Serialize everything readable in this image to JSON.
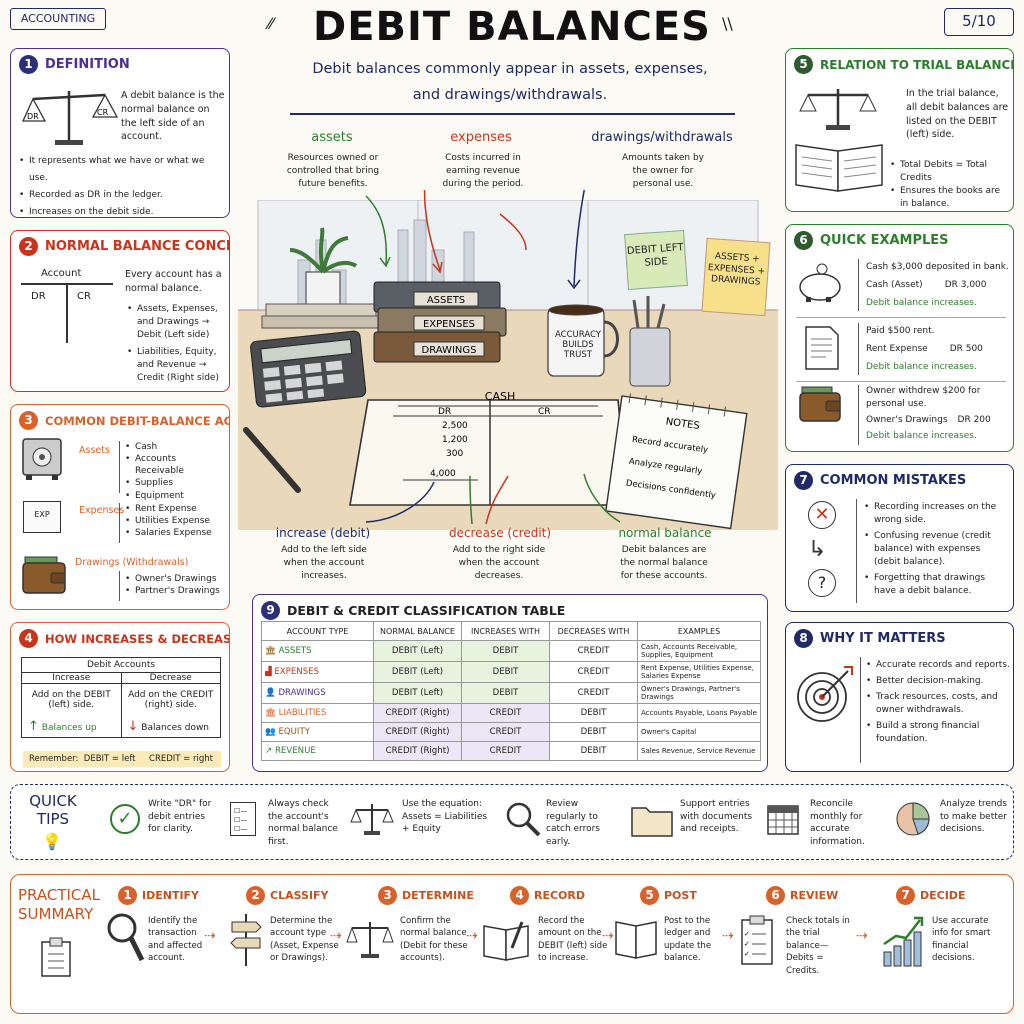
{
  "header": {
    "category": "ACCOUNTING",
    "title": "DEBIT BALANCES",
    "page": "5/10",
    "subtitle_line1": "Debit balances commonly appear in assets, expenses,",
    "subtitle_line2": "and drawings/withdrawals."
  },
  "colors": {
    "navy": "#1f2a66",
    "purple": "#4b2f93",
    "red": "#c8341b",
    "green": "#2e7d2e",
    "orange": "#d8622a",
    "paper": "#fbfaf5"
  },
  "s1": {
    "num": "1",
    "title": "DEFINITION",
    "scale_dr": "DR",
    "scale_cr": "CR",
    "text": "A debit balance is the normal balance on the left side of an account.",
    "b1": "It represents what we have or what we use.",
    "b2": "Recorded as DR in the ledger.",
    "b3": "Increases on the debit side."
  },
  "s2": {
    "num": "2",
    "title": "NORMAL BALANCE CONCEPT",
    "account": "Account",
    "dr": "DR",
    "cr": "CR",
    "text": "Every account has a normal balance.",
    "b1": "Assets, Expenses, and Drawings → Debit (Left side)",
    "b2": "Liabilities, Equity, and Revenue → Credit (Right side)"
  },
  "s3": {
    "num": "3",
    "title": "COMMON DEBIT-BALANCE ACCOUNTS",
    "assets": "Assets",
    "assets_items": [
      "Cash",
      "Accounts Receivable",
      "Supplies",
      "Equipment"
    ],
    "expenses": "Expenses",
    "exp_icon": "EXP",
    "expenses_items": [
      "Rent Expense",
      "Utilities Expense",
      "Salaries Expense"
    ],
    "drawings": "Drawings (Withdrawals)",
    "drawings_items": [
      "Owner's Drawings",
      "Partner's Drawings"
    ]
  },
  "s4": {
    "num": "4",
    "title": "HOW INCREASES & DECREASES WORK",
    "table_title": "Debit Accounts",
    "inc": "Increase",
    "dec": "Decrease",
    "inc_text": "Add on the DEBIT (left) side.",
    "dec_text": "Add on the CREDIT (right) side.",
    "up": "Balances up",
    "down": "Balances down",
    "remember": "Remember:  DEBIT = left     CREDIT = right"
  },
  "center": {
    "assets_label": "assets",
    "assets_desc": "Resources owned or controlled that bring future benefits.",
    "expenses_label": "expenses",
    "expenses_desc": "Costs incurred in earning revenue during the period.",
    "drawings_label": "drawings/withdrawals",
    "drawings_desc": "Amounts taken by the owner for personal use.",
    "note1": "DEBIT LEFT SIDE",
    "note2": "ASSETS + EXPENSES + DRAWINGS",
    "book1": "ASSETS",
    "book2": "EXPENSES",
    "book3": "DRAWINGS",
    "mug": "ACCURACY BUILDS TRUST",
    "ledger_title": "CASH",
    "ledger_dr": "DR",
    "ledger_cr": "CR",
    "ledger_values": [
      "2,500",
      "1,200",
      "300",
      "4,000"
    ],
    "notes_title": "NOTES",
    "notes_items": [
      "Record accurately",
      "Analyze regularly",
      "Decisions confidently"
    ],
    "increase_label": "increase (debit)",
    "increase_desc": "Add to the left side when the account increases.",
    "decrease_label": "decrease (credit)",
    "decrease_desc": "Add to the right side when the account decreases.",
    "normal_label": "normal balance",
    "normal_desc": "Debit balances are the normal balance for these accounts."
  },
  "s5": {
    "num": "5",
    "title": "RELATION TO TRIAL BALANCE",
    "text": "In the trial balance, all debit balances are listed on the DEBIT (left) side.",
    "b1": "Total Debits = Total Credits",
    "b2": "Ensures the books are in balance."
  },
  "s6": {
    "num": "6",
    "title": "QUICK EXAMPLES",
    "ex1_line": "Cash $3,000 deposited in bank.",
    "ex1_acct": "Cash (Asset)",
    "ex1_amt": "DR 3,000",
    "ex1_res": "Debit balance increases.",
    "ex2_line": "Paid $500 rent.",
    "ex2_acct": "Rent Expense",
    "ex2_amt": "DR 500",
    "ex2_res": "Debit balance increases.",
    "ex3_line": "Owner withdrew $200 for personal use.",
    "ex3_acct": "Owner's Drawings",
    "ex3_amt": "DR 200",
    "ex3_res": "Debit balance increases."
  },
  "s7": {
    "num": "7",
    "title": "COMMON MISTAKES",
    "b1": "Recording increases on the wrong side.",
    "b2": "Confusing revenue (credit balance) with expenses (debit balance).",
    "b3": "Forgetting that drawings have a debit balance."
  },
  "s8": {
    "num": "8",
    "title": "WHY IT MATTERS",
    "b1": "Accurate records and reports.",
    "b2": "Better decision-making.",
    "b3": "Track resources, costs, and owner withdrawals.",
    "b4": "Build a strong financial foundation."
  },
  "s9": {
    "num": "9",
    "title": "DEBIT & CREDIT CLASSIFICATION TABLE",
    "headers": [
      "ACCOUNT TYPE",
      "NORMAL BALANCE",
      "INCREASES WITH",
      "DECREASES WITH",
      "EXAMPLES"
    ],
    "rows": [
      [
        "ASSETS",
        "DEBIT (Left)",
        "DEBIT",
        "CREDIT",
        "Cash, Accounts Receivable, Supplies, Equipment"
      ],
      [
        "EXPENSES",
        "DEBIT (Left)",
        "DEBIT",
        "CREDIT",
        "Rent Expense, Utilities Expense, Salaries Expense"
      ],
      [
        "DRAWINGS",
        "DEBIT (Left)",
        "DEBIT",
        "CREDIT",
        "Owner's Drawings, Partner's Drawings"
      ],
      [
        "LIABILITIES",
        "CREDIT (Right)",
        "CREDIT",
        "DEBIT",
        "Accounts Payable, Loans Payable"
      ],
      [
        "EQUITY",
        "CREDIT (Right)",
        "CREDIT",
        "DEBIT",
        "Owner's Capital"
      ],
      [
        "REVENUE",
        "CREDIT (Right)",
        "CREDIT",
        "DEBIT",
        "Sales Revenue, Service Revenue"
      ]
    ]
  },
  "tips": {
    "title": "QUICK TIPS",
    "t1": "Write \"DR\" for debit entries for clarity.",
    "t2": "Always check the account's normal balance first.",
    "t3": "Use the equation: Assets = Liabilities + Equity",
    "t4": "Review regularly to catch errors early.",
    "t5": "Support entries with documents and receipts.",
    "t6": "Reconcile monthly for accurate information.",
    "t7": "Analyze trends to make better decisions."
  },
  "summary": {
    "title": "PRACTICAL SUMMARY",
    "steps": [
      {
        "n": "1",
        "t": "IDENTIFY",
        "d": "Identify the transaction and affected account."
      },
      {
        "n": "2",
        "t": "CLASSIFY",
        "d": "Determine the account type (Asset, Expense or Drawings)."
      },
      {
        "n": "3",
        "t": "DETERMINE",
        "d": "Confirm the normal balance (Debit for these accounts)."
      },
      {
        "n": "4",
        "t": "RECORD",
        "d": "Record the amount on the DEBIT (left) side to increase."
      },
      {
        "n": "5",
        "t": "POST",
        "d": "Post to the ledger and update the balance."
      },
      {
        "n": "6",
        "t": "REVIEW",
        "d": "Check totals in the trial balance— Debits = Credits."
      },
      {
        "n": "7",
        "t": "DECIDE",
        "d": "Use accurate info for smart financial decisions."
      }
    ]
  }
}
